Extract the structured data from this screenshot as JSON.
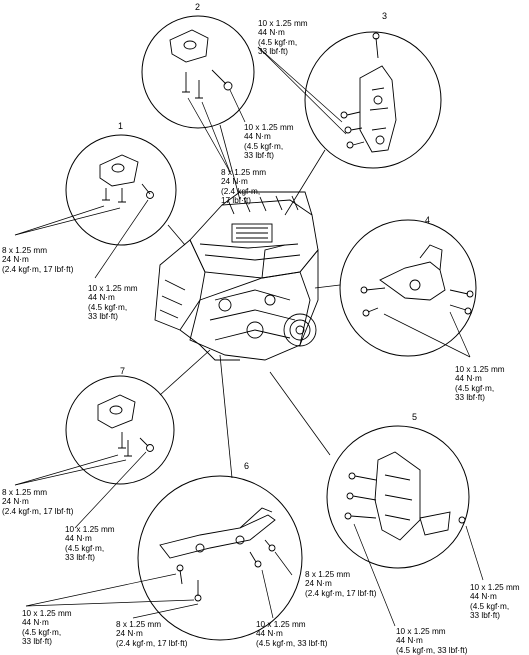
{
  "callout_numbers": [
    "1",
    "2",
    "3",
    "4",
    "5",
    "6",
    "7"
  ],
  "torque_labels": {
    "c2_top": "10 x 1.25 mm\n44 N·m\n(4.5 kgf·m,\n33 lbf·ft)",
    "c2_mid": "10 x 1.25 mm\n44 N·m\n(4.5 kgf·m,\n33 lbf·ft)",
    "c2_low": "8 x 1.25 mm\n24 N·m\n(2.4 kgf·m,\n17 lbf·ft)",
    "c1_left": "8 x 1.25 mm\n24 N·m\n(2.4 kgf·m, 17 lbf·ft)",
    "c1_right": "10 x 1.25 mm\n44 N·m\n(4.5 kgf·m,\n33 lbf·ft)",
    "c4": "10 x 1.25 mm\n44 N·m\n(4.5 kgf·m,\n33 lbf·ft)",
    "c7_upper": "8 x 1.25 mm\n24 N·m\n(2.4 kgf·m, 17 lbf·ft)",
    "c7_lower": "10 x 1.25 mm\n44 N·m\n(4.5 kgf·m,\n33 lbf·ft)",
    "c6_right": "8 x 1.25 mm\n24 N·m\n(2.4 kgf·m, 17 lbf·ft)",
    "c6_left": "10 x 1.25 mm\n44 N·m\n(4.5 kgf·m,\n33 lbf·ft)",
    "c6_mid": "8 x 1.25 mm\n24 N·m\n(2.4 kgf·m, 17 lbf·ft)",
    "c6_bottom": "10 x 1.25 mm\n44 N·m\n(4.5 kgf·m, 33 lbf·ft)",
    "c5_bottom": "10 x 1.25 mm\n44 N·m\n(4.5 kgf·m, 33 lbf·ft)",
    "c5_right": "10 x 1.25 mm\n44 N·m\n(4.5 kgf·m,\n33 lbf·ft)"
  }
}
